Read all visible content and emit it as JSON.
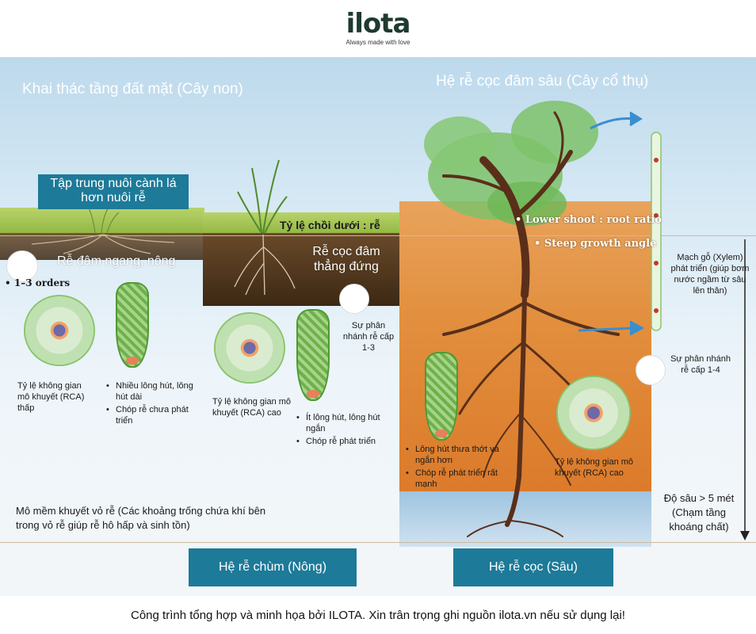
{
  "brand": {
    "name": "ilota",
    "tagline": "Always made with love"
  },
  "left_panel": {
    "title": "Khai thác tầng đất mặt (Cây non)",
    "focus_box": "Tập trung nuôi cành lá hơn nuôi rễ",
    "root_type": "Rễ đâm ngang, nông",
    "orders_label": "• 1–3 orders",
    "rca_text": "Tỷ lệ không gian mô khuyết (RCA) thấp",
    "bullets": [
      "Nhiều lông hút, lông hút dài",
      "Chóp rễ chưa phát triển"
    ],
    "cortex_note": "Mô mềm khuyết vỏ rễ (Các khoảng trống chứa khí bên trong vỏ rễ giúp rễ hô hấp và sinh tồn)",
    "system_label": "Hệ rễ chùm (Nông)"
  },
  "middle_panel": {
    "shoot_root_ratio": "Tỷ lệ chồi dưới : rễ",
    "taproot": "Rễ cọc đâm thẳng đứng",
    "branching": "Sự phân nhánh rễ cấp 1-3",
    "rca_text": "Tỷ lệ không gian mô khuyết (RCA) cao",
    "bullets": [
      "Ít lông hút, lông hút ngắn",
      "Chóp rễ phát triển"
    ]
  },
  "right_panel": {
    "title": "Hệ rễ cọc đâm sâu (Cây cổ thụ)",
    "lower_shoot": "• Lower shoot : root ratio",
    "growth_angle": "• Steep growth angle",
    "xylem": "Mạch gỗ (Xylem) phát triển (giúp bơm nước ngầm từ sâu lên thân)",
    "branching": "Sự phân nhánh rễ cấp 1-4",
    "bullets": [
      "Lông hút thưa thớt và ngắn hơn",
      "Chóp rễ phát triển rất mạnh"
    ],
    "rca_text": "Tỷ lệ không gian mô khuyết (RCA) cao",
    "depth": "Độ sâu > 5 mét (Chạm tầng khoáng chất)",
    "system_label": "Hệ rễ cọc (Sâu)"
  },
  "footer": "Công trình tổng hợp và minh họa bởi ILOTA. Xin trân trọng ghi nguồn ilota.vn nếu sử dụng lại!",
  "colors": {
    "teal": "#1d7a98",
    "sky": "#bcd9ec",
    "soil_orange": "#e28f3e",
    "soil_dark": "#3c2814",
    "grass": "#8fb43f"
  }
}
